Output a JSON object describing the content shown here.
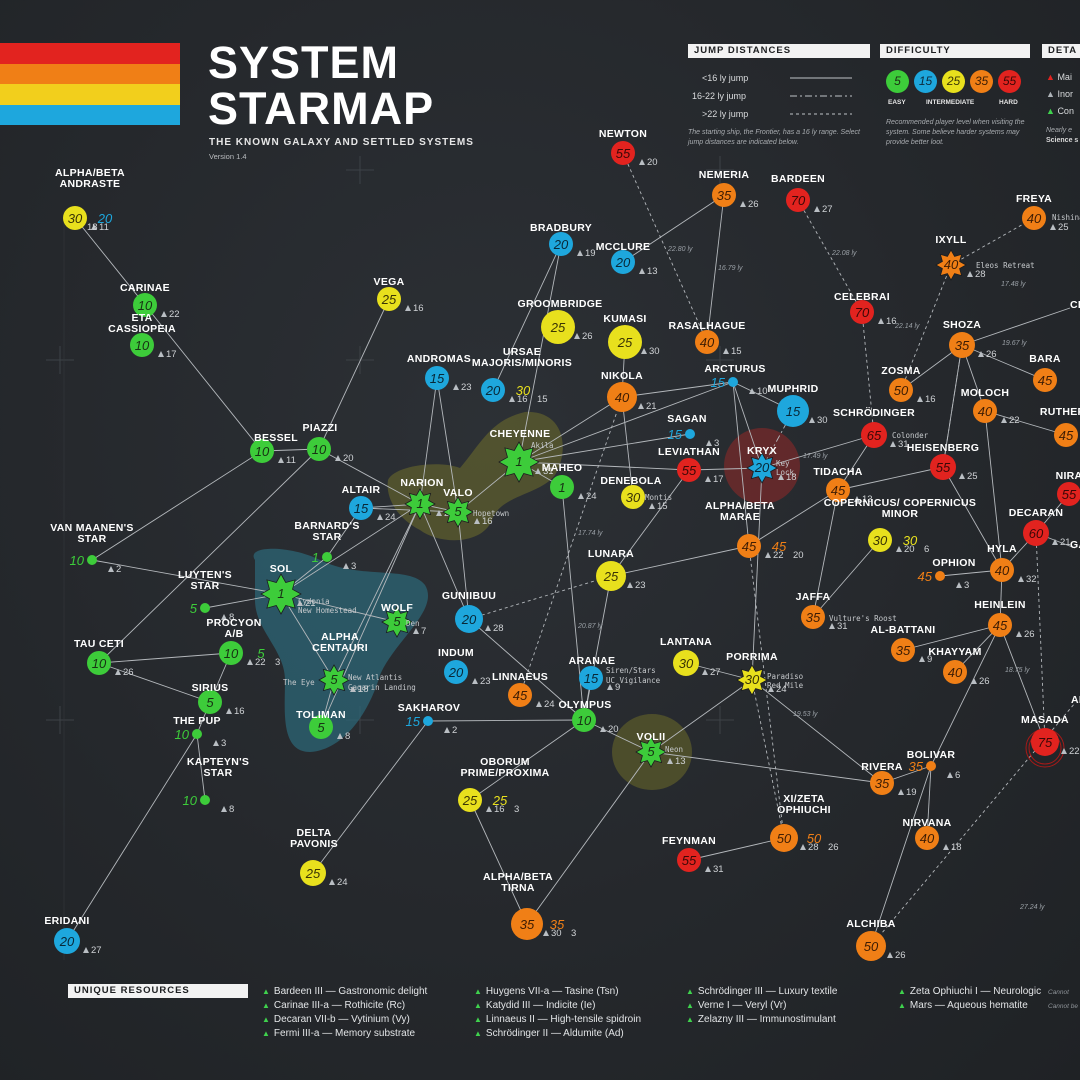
{
  "header": {
    "title_line1": "SYSTEM",
    "title_line2": "STARMAP",
    "subtitle": "THE KNOWN GALAXY AND SETTLED SYSTEMS",
    "version": "Version 1.4",
    "stripe_colors": [
      "#e2231f",
      "#f07f16",
      "#f2cf1c",
      "#1ea7dd"
    ]
  },
  "legend": {
    "jump": {
      "title": "JUMP DISTANCES",
      "items": [
        "<16 ly jump",
        "16-22 ly jump",
        ">22 ly jump"
      ],
      "note": "The starting ship, the Frontier, has a 16 ly range. Select jump distances are indicated below."
    },
    "difficulty": {
      "title": "DIFFICULTY",
      "levels": [
        {
          "value": "5",
          "color": "#3dcc3a"
        },
        {
          "value": "15",
          "color": "#1ea7dd"
        },
        {
          "value": "25",
          "color": "#e8e01d"
        },
        {
          "value": "35",
          "color": "#f07f16"
        },
        {
          "value": "55",
          "color": "#e2231f"
        }
      ],
      "labels": [
        "EASY",
        "INTERMEDIATE",
        "HARD"
      ],
      "note": "Recommended player level when visiting the system. Some believe harder systems may provide better loot."
    },
    "details": {
      "title": "DETA",
      "items": [
        "Mai",
        "Inor",
        "Con"
      ],
      "note_line1": "Nearly e",
      "note_line2": "Science s"
    }
  },
  "systems": [
    {
      "name": "ALPHA/BETA ANDRASTE",
      "level": "30",
      "level2": "20",
      "planets": "11",
      "moons": "18"
    },
    {
      "name": "CARINAE",
      "level": "10",
      "planets": "22"
    },
    {
      "name": "ETA CASSIOPEIA",
      "level": "10",
      "planets": "17"
    },
    {
      "name": "VEGA",
      "level": "25",
      "planets": "16"
    },
    {
      "name": "BRADBURY",
      "level": "20",
      "planets": "19"
    },
    {
      "name": "MCCLURE",
      "level": "20",
      "planets": "13"
    },
    {
      "name": "NEWTON",
      "level": "55",
      "planets": "20"
    },
    {
      "name": "NEMERIA",
      "level": "35",
      "planets": "26"
    },
    {
      "name": "BARDEEN",
      "level": "70",
      "planets": "27"
    },
    {
      "name": "FREYA",
      "level": "40",
      "planets": "25"
    },
    {
      "name": "IXYLL",
      "level": "40",
      "planets": "28"
    },
    {
      "name": "CELEBRAI",
      "level": "70",
      "planets": "16"
    },
    {
      "name": "GROOMBRIDGE",
      "level": "25",
      "planets": "26"
    },
    {
      "name": "KUMASI",
      "level": "25",
      "planets": "30"
    },
    {
      "name": "RASALHAGUE",
      "level": "40",
      "planets": "15"
    },
    {
      "name": "SHOZA",
      "level": "35",
      "planets": "26"
    },
    {
      "name": "ANDROMAS",
      "level": "15",
      "planets": "23"
    },
    {
      "name": "URSAE MAJORIS/MINORIS",
      "level": "20",
      "level2": "30",
      "planets": "16",
      "planets2": "15"
    },
    {
      "name": "NIKOLA",
      "level": "40",
      "planets": "21"
    },
    {
      "name": "ARCTURUS",
      "level": "15",
      "planets": "10"
    },
    {
      "name": "MUPHRID",
      "level": "15",
      "planets": "30"
    },
    {
      "name": "ZOSMA",
      "level": "50",
      "planets": "16"
    },
    {
      "name": "MOLOCH",
      "level": "40",
      "planets": "22"
    },
    {
      "name": "BARA",
      "level": "45"
    },
    {
      "name": "RUTHERF",
      "level": "45"
    },
    {
      "name": "BESSEL",
      "level": "10",
      "planets": "11"
    },
    {
      "name": "PIAZZI",
      "level": "10",
      "planets": "20"
    },
    {
      "name": "SAGAN",
      "level": "15",
      "planets": "3"
    },
    {
      "name": "SCHRÖDINGER",
      "level": "65",
      "planets": "31"
    },
    {
      "name": "CHEYENNE",
      "level": "1",
      "planets": "31"
    },
    {
      "name": "MAHEO",
      "level": "1",
      "planets": "24"
    },
    {
      "name": "LEVIATHAN",
      "level": "55",
      "planets": "17"
    },
    {
      "name": "KRYX",
      "level": "20",
      "planets": "18"
    },
    {
      "name": "HEISENBERG",
      "level": "55",
      "planets": "25"
    },
    {
      "name": "NIRA",
      "level": "55"
    },
    {
      "name": "ALTAIR",
      "level": "15",
      "planets": "24"
    },
    {
      "name": "NARION",
      "level": "1",
      "planets": "27"
    },
    {
      "name": "VALO",
      "level": "5",
      "planets": "16"
    },
    {
      "name": "DENEBOLA",
      "level": "30",
      "planets": "15"
    },
    {
      "name": "TIDACHA",
      "level": "45",
      "planets": "13"
    },
    {
      "name": "DECARAN",
      "level": "60",
      "planets": "21"
    },
    {
      "name": "ALPHA/BETA MARAE",
      "level": "45",
      "level2": "45",
      "planets": "22",
      "planets2": "20"
    },
    {
      "name": "COPERNICUS/ COPERNICUS MINOR",
      "level": "30",
      "level2": "30",
      "planets": "20",
      "planets2": "6"
    },
    {
      "name": "HYLA",
      "level": "40",
      "planets": "32"
    },
    {
      "name": "OPHION",
      "level": "45",
      "planets": "3"
    },
    {
      "name": "VAN MAANEN'S STAR",
      "level": "10",
      "planets": "2"
    },
    {
      "name": "BARNARD'S STAR",
      "level": "1",
      "planets": "3"
    },
    {
      "name": "LUYTEN'S STAR",
      "level": "5",
      "planets": "8"
    },
    {
      "name": "SOL",
      "level": "1",
      "planets": "21"
    },
    {
      "name": "WOLF",
      "level": "5",
      "planets": "7"
    },
    {
      "name": "GUNIIBUU",
      "level": "20",
      "planets": "28"
    },
    {
      "name": "LUNARA",
      "level": "25",
      "planets": "23"
    },
    {
      "name": "JAFFA",
      "level": "35",
      "planets": "31"
    },
    {
      "name": "HEINLEIN",
      "level": "45",
      "planets": "26"
    },
    {
      "name": "AL-BATTANI",
      "level": "35",
      "planets": "9"
    },
    {
      "name": "KHAYYAM",
      "level": "40",
      "planets": "26"
    },
    {
      "name": "TAU CETI",
      "level": "10",
      "planets": "26"
    },
    {
      "name": "PROCYON A/B",
      "level": "10",
      "level2": "5",
      "planets": "22",
      "planets2": "3"
    },
    {
      "name": "ALPHA CENTAURI",
      "level": "5",
      "planets": "18"
    },
    {
      "name": "INDUM",
      "level": "20",
      "planets": "23"
    },
    {
      "name": "LINNAEUS",
      "level": "45",
      "planets": "24"
    },
    {
      "name": "ARANAE",
      "level": "15",
      "planets": "9"
    },
    {
      "name": "LANTANA",
      "level": "30",
      "planets": "27"
    },
    {
      "name": "PORRIMA",
      "level": "30",
      "planets": "24"
    },
    {
      "name": "SIRIUS",
      "level": "5",
      "planets": "16"
    },
    {
      "name": "THE PUP",
      "level": "10",
      "planets": "3"
    },
    {
      "name": "TOLIMAN",
      "level": "5",
      "planets": "8"
    },
    {
      "name": "SAKHAROV",
      "level": "15",
      "planets": "2"
    },
    {
      "name": "OLYMPUS",
      "level": "10",
      "planets": "20"
    },
    {
      "name": "MASADA",
      "level": "75",
      "planets": "22"
    },
    {
      "name": "KAPTEYN'S STAR",
      "level": "10",
      "planets": "8"
    },
    {
      "name": "OBORUM PRIME/PROXIMA",
      "level": "25",
      "level2": "25",
      "planets": "16",
      "planets2": "3"
    },
    {
      "name": "VOLII",
      "level": "5",
      "planets": "13"
    },
    {
      "name": "RIVERA",
      "level": "35",
      "planets": "19"
    },
    {
      "name": "BOLIVAR",
      "level": "35",
      "planets": "6"
    },
    {
      "name": "XI/ZETA OPHIUCHI",
      "level": "50",
      "level2": "50",
      "planets": "28",
      "planets2": "26"
    },
    {
      "name": "NIRVANA",
      "level": "40",
      "planets": "18"
    },
    {
      "name": "FEYNMAN",
      "level": "55",
      "planets": "31"
    },
    {
      "name": "DELTA PAVONIS",
      "level": "25",
      "planets": "24"
    },
    {
      "name": "ALPHA/BETA TIRNA",
      "level": "35",
      "level2": "35",
      "planets": "30",
      "planets2": "3"
    },
    {
      "name": "ERIDANI",
      "level": "20",
      "planets": "27"
    },
    {
      "name": "ALCHIBA",
      "level": "50",
      "planets": "26"
    },
    {
      "name": "CHA"
    },
    {
      "name": "AL"
    },
    {
      "name": "GA"
    }
  ],
  "settlements": {
    "cydonia": "Cydonia",
    "new_homestead": "New Homestead",
    "den": "Den",
    "the_eye": "The Eye",
    "new_atlantis": "New Atlantis",
    "gagarin": "Gagarin Landing",
    "hopetown": "Hopetown",
    "akila": "Akila",
    "key": "Key",
    "lock": "Lock",
    "montis": "Montis",
    "colonder": "Colonder",
    "eleos": "Eleos Retreat",
    "vultures": "Vulture's Roost",
    "siren": "Siren/Stars",
    "uc_vig": "UC Vigilance",
    "paradiso": "Paradiso",
    "red_mile": "Red Mile",
    "neon": "Neon",
    "nishina": "Nishina"
  },
  "distances": [
    "22.80 ly",
    "16.79 ly",
    "22.08 ly",
    "17.49 ly",
    "22.14 ly",
    "19.67 ly",
    "17.48 ly",
    "17.74 ly",
    "20.87 ly",
    "19.53 ly",
    "18.75 ly",
    "27.24 ly"
  ],
  "resources": {
    "title": "UNIQUE RESOURCES",
    "columns": [
      [
        "Bardeen III — Gastronomic delight",
        "Carinae III-a — Rothicite (Rc)",
        "Decaran VII-b — Vytinium (Vy)",
        "Fermi III-a — Memory substrate"
      ],
      [
        "Huygens VII-a — Tasine (Tsn)",
        "Katydid III — Indicite (Ie)",
        "Linnaeus II — High-tensile spidroin",
        "Schrödinger II — Aldumite (Ad)"
      ],
      [
        "Schrödinger III — Luxury textile",
        "Verne I — Veryl (Vr)",
        "Zelazny III — Immunostimulant"
      ],
      [
        "Zeta Ophiuchi I — Neurologic",
        "Mars — Aqueous hematite"
      ]
    ],
    "notes": [
      "Cannot",
      "Cannot be"
    ]
  },
  "colors": {
    "easy": "#3dcc3a",
    "intermediate": "#1ea7dd",
    "yellow": "#e8e01d",
    "orange": "#f07f16",
    "hard": "#e2231f",
    "background": "#26292d"
  }
}
